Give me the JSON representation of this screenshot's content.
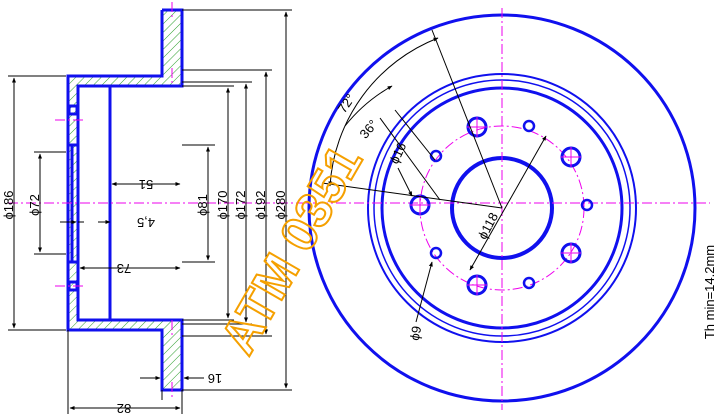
{
  "colors": {
    "outline": "#1010ee",
    "dimension": "#000000",
    "centerline": "#ee00ee",
    "hatch": "#30a030",
    "watermark": "#f5a000",
    "background": "#ffffff"
  },
  "section_view": {
    "dimensions": {
      "d186": "ϕ186",
      "d72": "ϕ72",
      "d81": "ϕ81",
      "d170": "ϕ170",
      "d172": "ϕ172",
      "d192": "ϕ192",
      "d280": "ϕ280",
      "h51": "51",
      "h4_5": "4,5",
      "h73": "73",
      "h16": "16",
      "h82": "82"
    }
  },
  "front_view": {
    "dimensions": {
      "angle72": "72°",
      "angle36": "36°",
      "d16": "ϕ16",
      "d118": "ϕ118",
      "d9": "ϕ9"
    },
    "thickness_note": "Th min=14.2mm"
  },
  "watermark": "ATM 0351"
}
